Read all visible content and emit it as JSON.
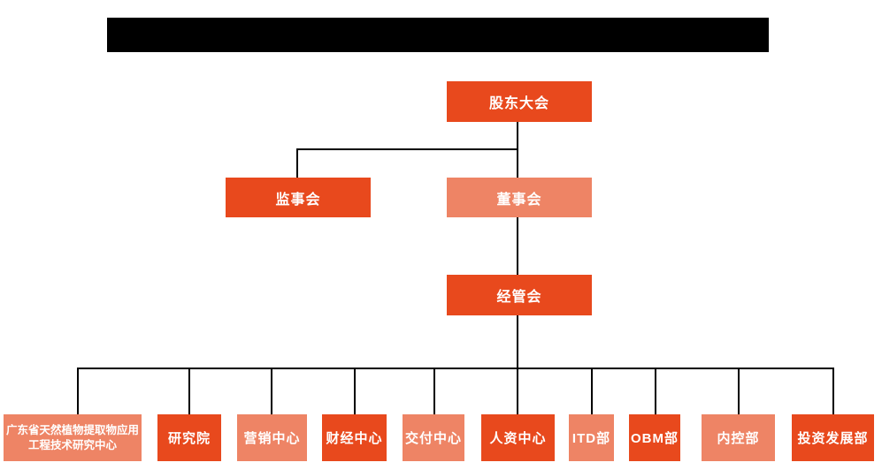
{
  "colors": {
    "node_dark": "#e8491d",
    "node_light": "#ee8465",
    "connector_line": "#000000",
    "node_text": "#ffffff",
    "redacted_bar": "#000000"
  },
  "org_chart": {
    "root": {
      "label": "股东大会",
      "variant": "dark"
    },
    "supervisory_board": {
      "label": "监事会",
      "variant": "dark"
    },
    "board_of_directors": {
      "label": "董事会",
      "variant": "light"
    },
    "management_committee": {
      "label": "经管会",
      "variant": "dark"
    },
    "departments": [
      {
        "label": "广东省天然植物提取物应用工程技术研究中心",
        "variant": "light"
      },
      {
        "label": "研究院",
        "variant": "dark"
      },
      {
        "label": "营销中心",
        "variant": "light"
      },
      {
        "label": "财经中心",
        "variant": "dark"
      },
      {
        "label": "交付中心",
        "variant": "light"
      },
      {
        "label": "人资中心",
        "variant": "dark"
      },
      {
        "label": "ITD部",
        "variant": "light"
      },
      {
        "label": "OBM部",
        "variant": "dark"
      },
      {
        "label": "内控部",
        "variant": "light"
      },
      {
        "label": "投资发展部",
        "variant": "dark"
      }
    ]
  }
}
